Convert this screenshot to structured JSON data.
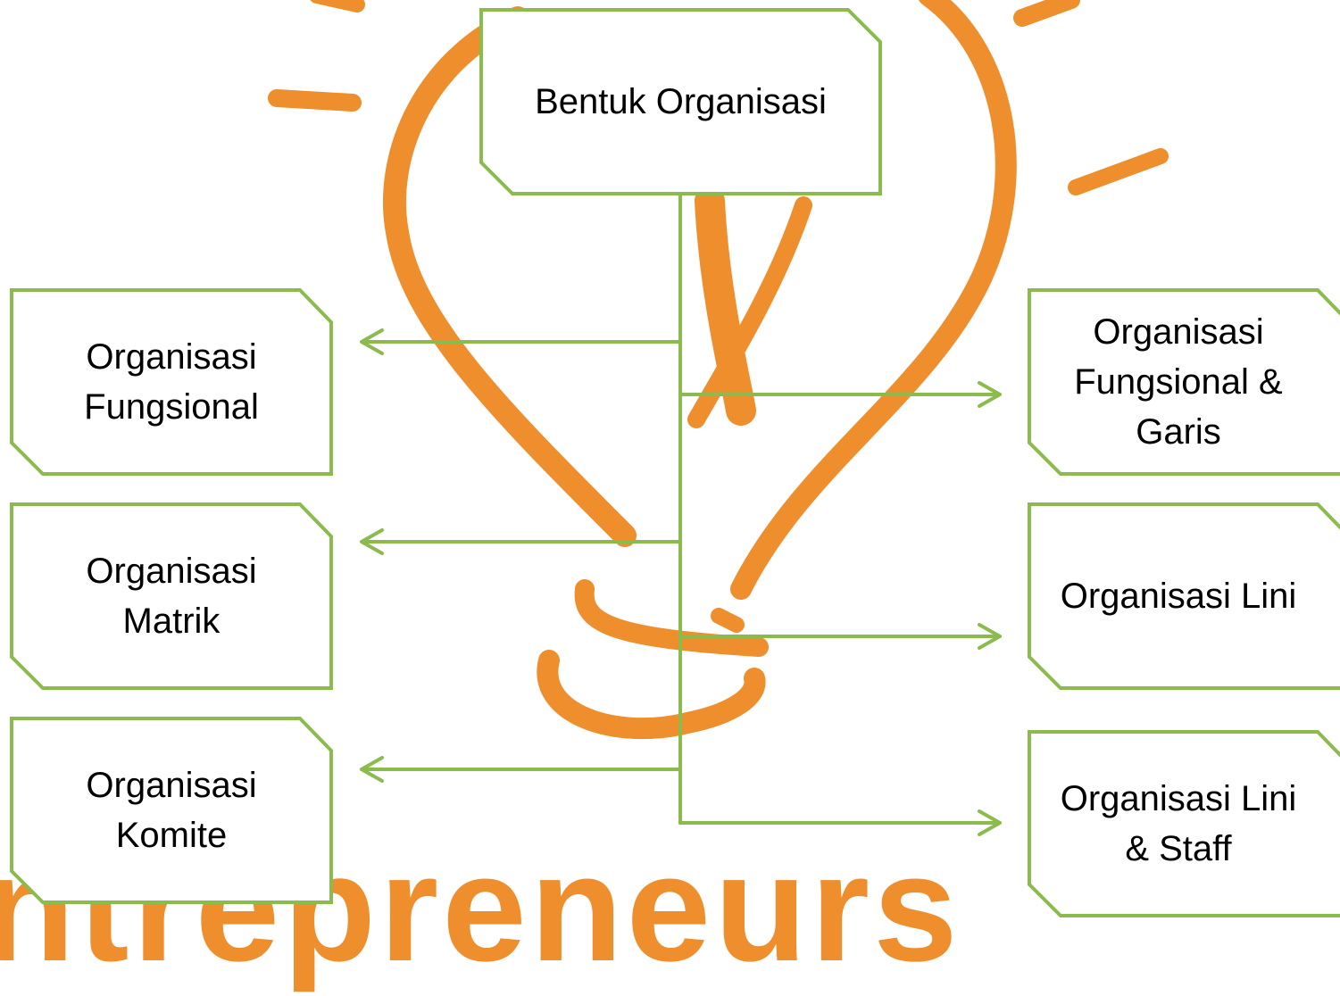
{
  "diagram": {
    "root": {
      "label": "Bentuk Organisasi"
    },
    "left_nodes": [
      {
        "label": "Organisasi Fungsional"
      },
      {
        "label": "Organisasi Matrik"
      },
      {
        "label": "Organisasi Komite"
      }
    ],
    "right_nodes": [
      {
        "label": "Organisasi Fungsional & Garis"
      },
      {
        "label": "Organisasi Lini"
      },
      {
        "label": "Organisasi Lini & Staff"
      }
    ]
  },
  "background": {
    "watermark_text": "ntrepreneurs",
    "illustration": "lightbulb-sketch",
    "accent_color": "#ee8e2c",
    "line_color": "#8bbb4d"
  }
}
